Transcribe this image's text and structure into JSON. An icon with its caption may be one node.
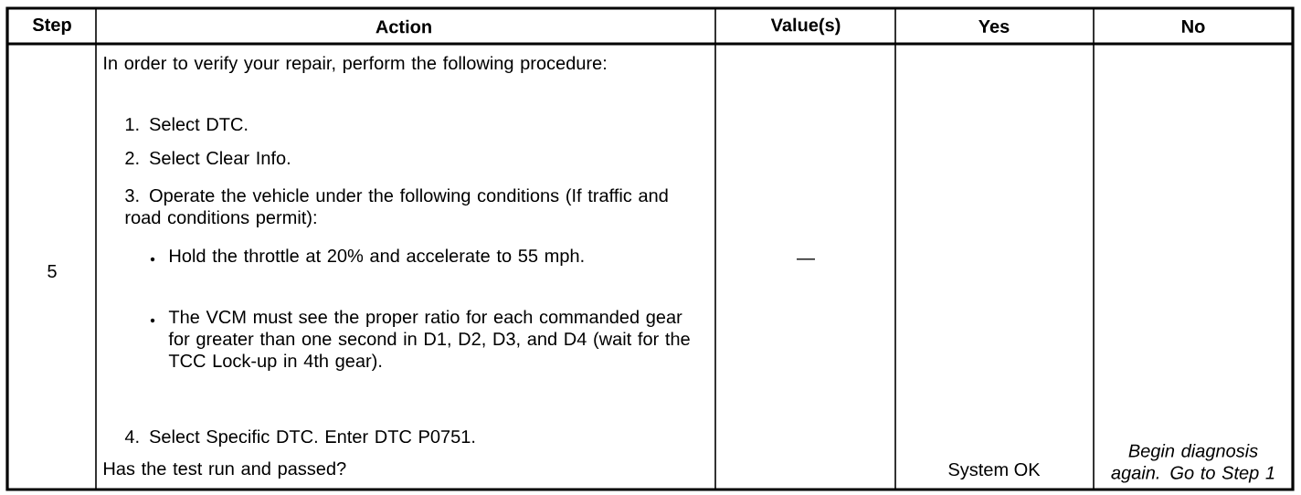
{
  "diagram": {
    "labels": [
      "Step",
      "Action",
      "Value(s)",
      "Yes",
      "No",
      "5",
      "In order to verify your repair, perform the following procedure:",
      "1. Select DTC.",
      "2. Select Clear Info.",
      "3. Operate the vehicle under the following conditions (If traffic and road conditions permit):",
      "Hold the throttle at 20% and accelerate to 55 mph.",
      "The VCM must see the proper ratio for each commanded gear for greater than one second in D1, D2, D3, and D4 (wait for the TCC Lock-up in 4th gear).",
      "4. Select Specific DTC. Enter DTC P0751.",
      "Has the test run and passed?",
      "—",
      "System OK",
      "Begin diagnosis again. Go to Step 1"
    ]
  }
}
